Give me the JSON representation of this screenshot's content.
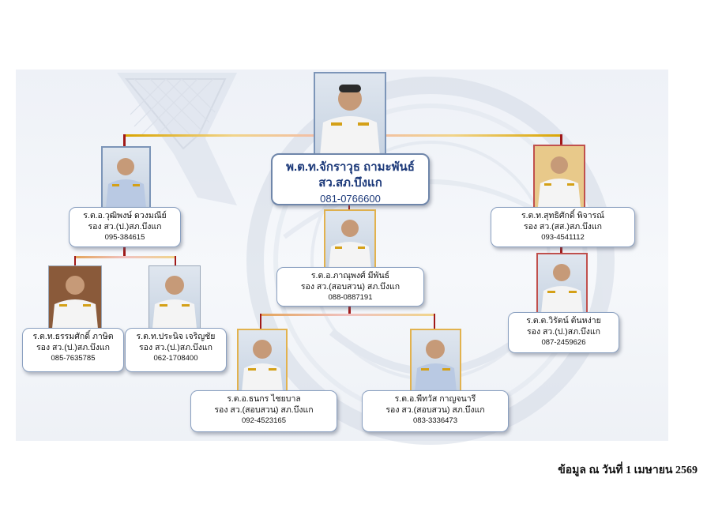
{
  "org_chart": {
    "head": {
      "name": "พ.ต.ท.จักราวุธ ถามะพันธ์",
      "position": "สว.สภ.บึงแก",
      "phone": "081-0766600"
    },
    "deputies": [
      {
        "name": "ร.ต.อ.วุฒิพงษ์ ดวงมณีย์",
        "position": "รอง สว.(ป.)สภ.บึงแก",
        "phone": "095-384615"
      },
      {
        "name": "ร.ต.อ.ภาณุพงศ์ มีพันธ์",
        "position": "รอง สว.(สอบสวน) สภ.บึงแก",
        "phone": "088-0887191"
      },
      {
        "name": "ร.ต.ท.สุทธิศักดิ์  พิจารณ์",
        "position": "รอง สว.(สส.)สภ.บึงแก",
        "phone": "093-4541112"
      },
      {
        "name": "ร.ต.ท.ธรรมศักดิ์  ภาษิต",
        "position": "รอง สว.(ป.)สภ.บึงแก",
        "phone": "085-7635785"
      },
      {
        "name": "ร.ต.ท.ประนิจ เจริญชัย",
        "position": "รอง สว.(ป.)สภ.บึงแก",
        "phone": "062-1708400"
      },
      {
        "name": "ร.ต.อ.ธนกร  ไชยบาล",
        "position": "รอง สว.(สอบสวน) สภ.บึงแก",
        "phone": "092-4523165"
      },
      {
        "name": "ร.ต.อ.พีทวัส กาญจนารี",
        "position": "รอง สว.(สอบสวน) สภ.บึงแก",
        "phone": "083-3336473"
      },
      {
        "name": "ร.ต.ต.วิรัตน์ ต้นหง่าย",
        "position": "รอง สว.(ป.)สภ.บึงแก",
        "phone": "087-2459626"
      }
    ]
  },
  "footer": {
    "date_note": "ข้อมูล ณ วันที่ 1 เมษายน 2569"
  }
}
